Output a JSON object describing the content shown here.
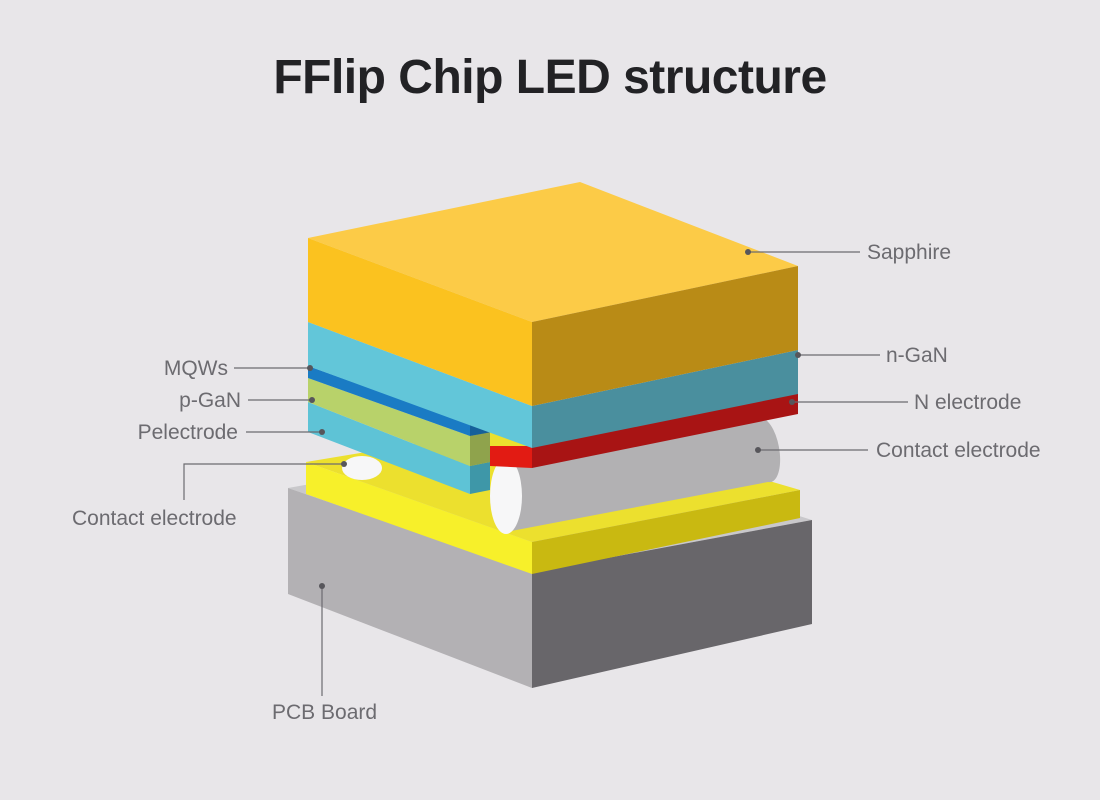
{
  "title": "FFlip Chip LED structure",
  "labels": {
    "sapphire": "Sapphire",
    "n_gan": "n-GaN",
    "n_electrode": "N electrode",
    "contact_electrode_right": "Contact electrode",
    "mqws": "MQWs",
    "p_gan": "p-GaN",
    "p_electrode": "Pelectrode",
    "contact_electrode_left": "Contact electrode",
    "pcb_board": "PCB Board"
  },
  "colors": {
    "background": "#e8e6e9",
    "sapphire": "#fbc21f",
    "n_gan": "#62c6d9",
    "mqws": "#1a7bc4",
    "p_gan": "#b8d26a",
    "n_electrode": "#d81b1b",
    "contact_electrode": "#b2b1b3",
    "solder_pad": "#f3e01a",
    "pcb_board": "#b3b1b4"
  }
}
